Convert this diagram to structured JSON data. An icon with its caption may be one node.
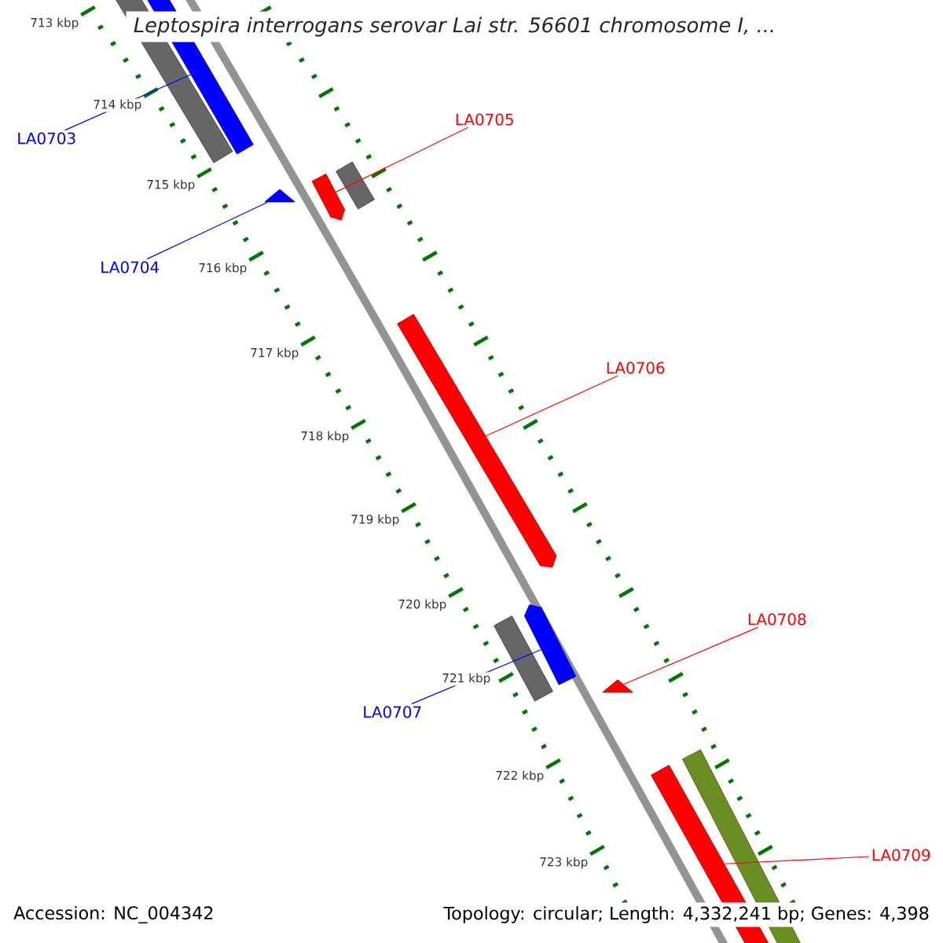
{
  "diagram": {
    "title": "Leptospira interrogans serovar Lai str. 56601 chromosome I, ...",
    "nodes": [
      {
        "text": [
          "LA0703"
        ]
      },
      {
        "text": [
          "LA0704"
        ]
      },
      {
        "text": [
          "LA0705"
        ]
      },
      {
        "text": [
          "LA0706"
        ]
      },
      {
        "text": [
          "LA0707"
        ]
      },
      {
        "text": [
          "LA0708"
        ]
      },
      {
        "text": [
          "LA0709"
        ]
      },
      {
        "text": [],
        "shape": "bar"
      },
      {
        "text": [],
        "shape": "triangle"
      },
      {
        "text": [],
        "shape": "bar"
      },
      {
        "text": [],
        "shape": "bar"
      },
      {
        "text": [],
        "shape": "bar"
      },
      {
        "text": [],
        "shape": "triangle"
      },
      {
        "text": [],
        "shape": "bar"
      }
    ],
    "edges": [
      {
        "from": 0,
        "to": 7,
        "arrow": "none",
        "color": "#0000ff"
      },
      {
        "from": 1,
        "to": 8,
        "arrow": "none",
        "color": "#0000ff"
      },
      {
        "from": 2,
        "to": 9,
        "arrow": "none"
      },
      {
        "from": 3,
        "to": 10,
        "arrow": "none"
      },
      {
        "from": 4,
        "to": 11,
        "arrow": "none",
        "color": "#0000ff"
      },
      {
        "from": 5,
        "to": 12,
        "arrow": "none"
      },
      {
        "from": 6,
        "to": 13,
        "arrow": "none"
      }
    ],
    "labels": [
      "713 kbp",
      "714 kbp",
      "715 kbp",
      "716 kbp",
      "717 kbp",
      "718 kbp",
      "719 kbp",
      "720 kbp",
      "721 kbp",
      "722 kbp",
      "723 kbp",
      "Accession: NC_004342",
      "Topology: circular; Length: 4,332,241 bp; Genes: 4,398"
    ]
  }
}
